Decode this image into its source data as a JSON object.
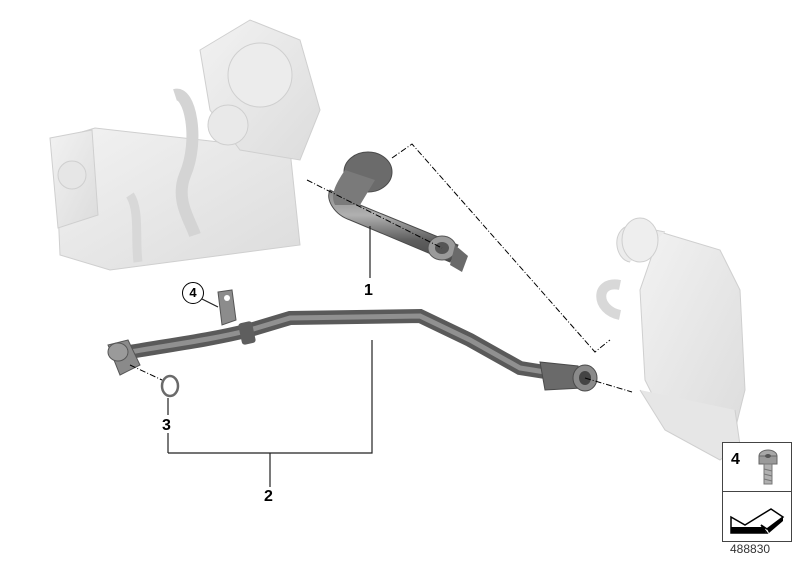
{
  "diagram": {
    "type": "exploded parts diagram",
    "diagram_id": "488830",
    "colors": {
      "background": "#ffffff",
      "context_parts": "#e8e8e8",
      "highlighted_parts": "#6e6e6e",
      "leader_lines": "#000000"
    },
    "callouts": [
      {
        "number": "1",
        "style": "plain",
        "part": "upper coolant pipe (elbow hose)"
      },
      {
        "number": "2",
        "style": "plain",
        "part": "coolant pipe assembly"
      },
      {
        "number": "3",
        "style": "plain",
        "part": "sealing ring (O-ring)"
      },
      {
        "number": "4",
        "style": "circled",
        "part": "mounting bracket screw location"
      }
    ],
    "legend": {
      "item_number": "4",
      "item_icon": "torx-screw-icon",
      "direction_icon": "arrow-pointing-left-down-icon"
    },
    "context_components": [
      "EGR valve with EGR cooler (upper left, ghosted)",
      "EGR cooler / heat exchanger (right, ghosted)"
    ]
  }
}
